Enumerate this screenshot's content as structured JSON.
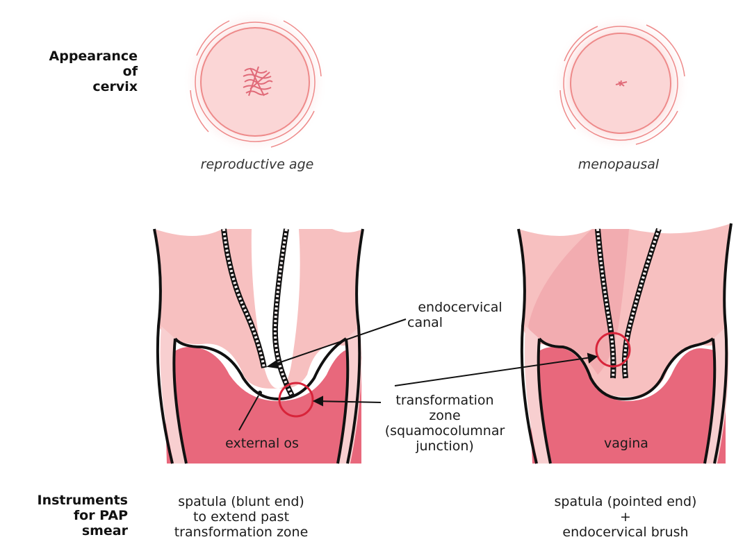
{
  "labels": {
    "appearance": [
      "Appearance",
      "of",
      "cervix"
    ],
    "instruments": [
      "Instruments",
      "for PAP",
      "smear"
    ]
  },
  "captions": {
    "left": "reproductive age",
    "right": "menopausal"
  },
  "annotations": {
    "endocervical_canal": [
      "endocervical",
      "canal"
    ],
    "transformation_zone": [
      "transformation",
      "zone",
      "(squamocolumnar",
      "junction)"
    ],
    "external_os": "external os",
    "vagina": "vagina"
  },
  "instruments_text": {
    "left": [
      "spatula (blunt end)",
      "to extend past",
      "transformation zone"
    ],
    "right": [
      "spatula (pointed end)",
      "+",
      "endocervical brush"
    ]
  },
  "colors": {
    "light_pink": "#f8c2c2",
    "tissue_pink": "#f6b3b6",
    "deep_pink": "#e8687c",
    "outline": "#111111",
    "highlight_red": "#d8243a"
  }
}
